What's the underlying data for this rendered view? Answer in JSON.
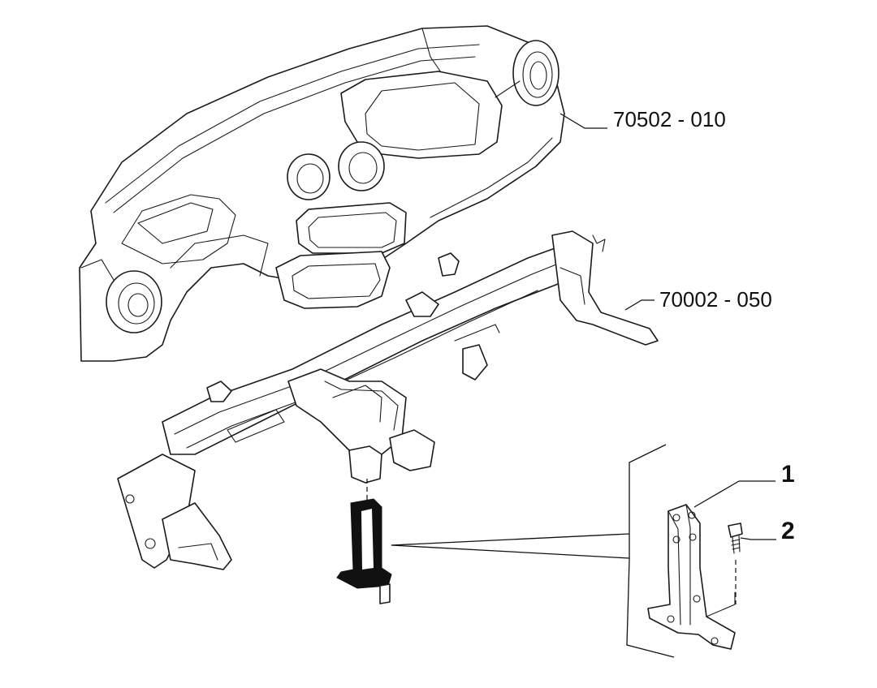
{
  "callouts": {
    "dashboard_part": "70502 - 010",
    "crossbeam_part": "70002 - 050",
    "item_1": "1",
    "item_2": "2"
  }
}
